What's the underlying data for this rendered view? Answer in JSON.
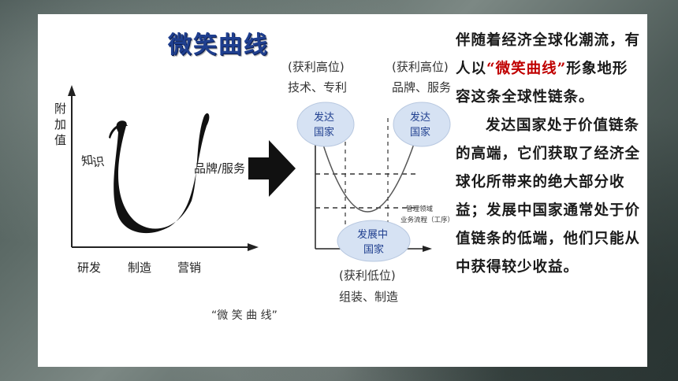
{
  "title": "微笑曲线",
  "left_chart": {
    "y_axis_label": "附\n加\n值",
    "knowledge_label": "知识",
    "brand_label": "品牌/服务",
    "x_labels": [
      "研发",
      "制造",
      "营销"
    ],
    "caption": "“微 笑 曲 线”"
  },
  "right_chart": {
    "top_left_label": "(获利高位)",
    "top_left_sub": "技术、专利",
    "top_right_label": "(获利高位)",
    "top_right_sub": "品牌、服务",
    "bubble_left": [
      "发达",
      "国家"
    ],
    "bubble_right": [
      "发达",
      "国家"
    ],
    "bubble_bottom": [
      "发展中",
      "国家"
    ],
    "mgmt_label_1": "管理领域",
    "mgmt_label_2": "业务流程（工序）",
    "bottom_label": "(获利低位)",
    "bottom_sub": "组装、制造"
  },
  "paragraph": {
    "p1_a": "伴随着经济全球化潮流，有人以",
    "p1_highlight": "“微笑曲线”",
    "p1_b": "形象地形容这条全球性链条。",
    "p2": "发达国家处于价值链条的高端，它们获取了经济全球化所带来的绝大部分收益；发展中国家通常处于价值链条的低端，他们只能从中获得较少收益。"
  },
  "colors": {
    "title": "#1f3f8f",
    "highlight": "#c00000",
    "bubble_fill": "#d6e2f3",
    "bubble_text": "#1f3f8f"
  }
}
